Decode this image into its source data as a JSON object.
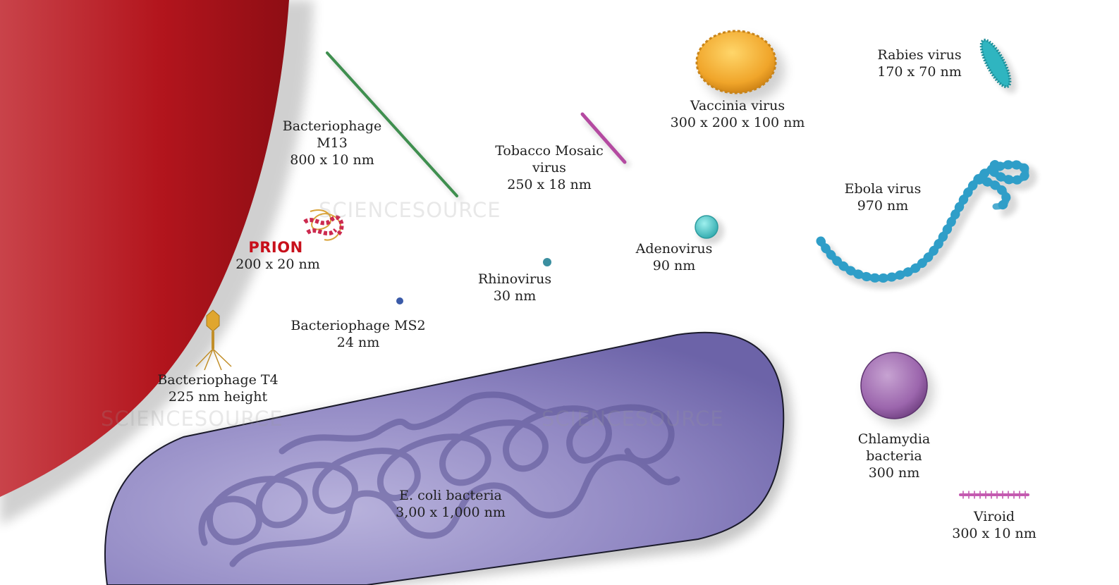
{
  "labels": {
    "m13": {
      "l1": "Bacteriophage",
      "l2": "M13",
      "l3": "800 x 10 nm"
    },
    "tobacco": {
      "l1": "Tobacco Mosaic",
      "l2": "virus",
      "l3": "250 x 18 nm"
    },
    "vaccinia": {
      "l1": "Vaccinia virus",
      "l2": "300 x 200 x 100 nm"
    },
    "rabies": {
      "l1": "Rabies virus",
      "l2": "170 x 70 nm"
    },
    "ebola": {
      "l1": "Ebola virus",
      "l2": "970 nm"
    },
    "prion": {
      "l1": "PRION",
      "l2": "200 x 20 nm"
    },
    "rhinovirus": {
      "l1": "Rhinovirus",
      "l2": "30 nm"
    },
    "adenovirus": {
      "l1": "Adenovirus",
      "l2": "90 nm"
    },
    "ms2": {
      "l1": "Bacteriophage MS2",
      "l2": "24 nm"
    },
    "t4": {
      "l1": "Bacteriophage T4",
      "l2": "225 nm height"
    },
    "ecoli": {
      "l1": "E. coli bacteria",
      "l2": "3,00 x 1,000 nm"
    },
    "chlamydia": {
      "l1": "Chlamydia",
      "l2": "bacteria",
      "l3": "300 nm"
    },
    "viroid": {
      "l1": "Viroid",
      "l2": "300 x 10 nm"
    }
  },
  "watermark": "SCIENCESOURCE",
  "colors": {
    "red_cell": "#b3151d",
    "ecoli": "#8f86c2",
    "m13": "#3f8f4f",
    "tobacco": "#b44aa1",
    "vaccinia": "#f0a52a",
    "rabies": "#2fb5c0",
    "ebola": "#2f9ec8",
    "adenovirus": "#4ec7c7",
    "rhinovirus": "#3b8fa0",
    "ms2": "#3a5aa8",
    "chlamydia": "#a673b6",
    "viroid": "#c45ab0",
    "prion": "#cc2a4f",
    "t4": "#d9a02c"
  }
}
